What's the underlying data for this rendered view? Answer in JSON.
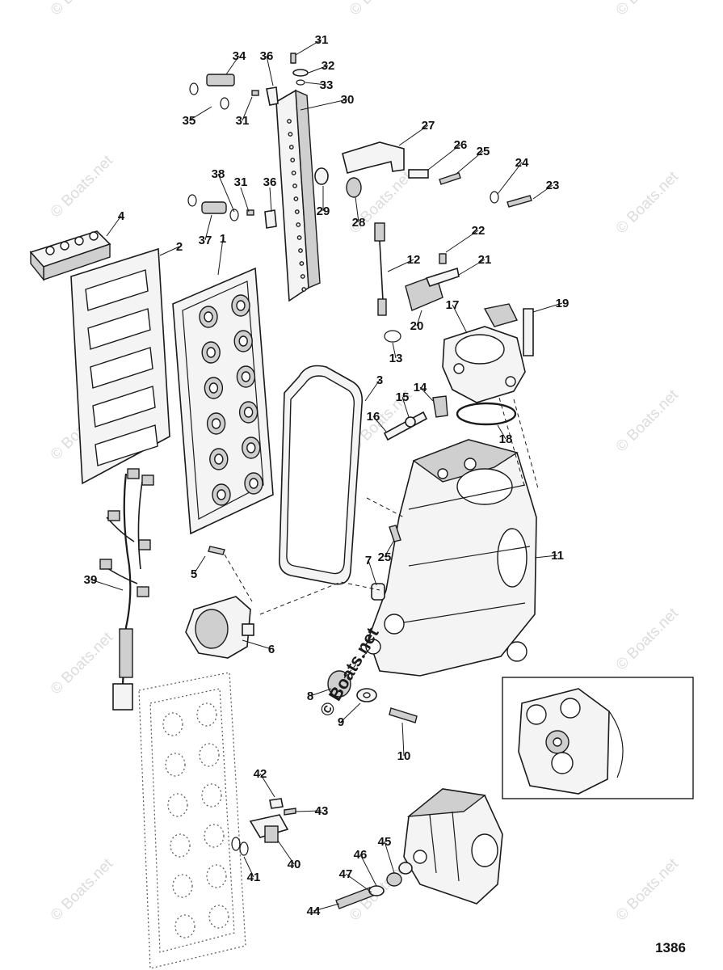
{
  "diagram": {
    "figure_number": "1386",
    "watermark": "© Boats.net",
    "callouts": [
      "1",
      "2",
      "3",
      "4",
      "5",
      "6",
      "7",
      "8",
      "9",
      "10",
      "11",
      "12",
      "13",
      "14",
      "15",
      "16",
      "17",
      "18",
      "19",
      "20",
      "21",
      "22",
      "23",
      "24",
      "25",
      "26",
      "27",
      "28",
      "29",
      "30",
      "31",
      "32",
      "33",
      "34",
      "35",
      "36",
      "37",
      "38",
      "39",
      "40",
      "41",
      "42",
      "43",
      "44",
      "45",
      "46",
      "47"
    ]
  }
}
